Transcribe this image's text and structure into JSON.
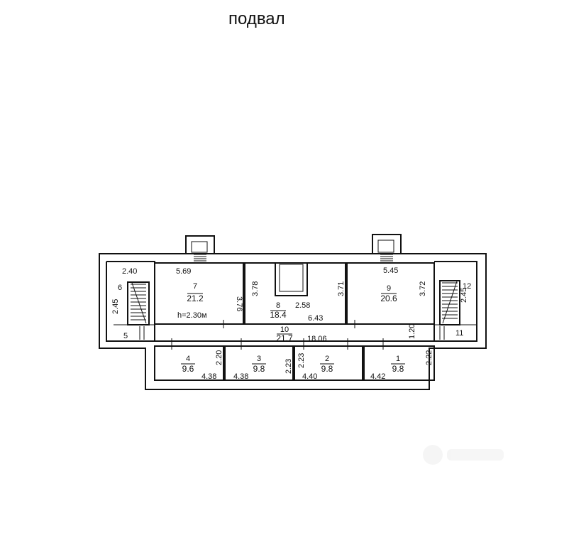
{
  "title": "подвал",
  "rooms": {
    "r1": {
      "number": "1",
      "area": "9.8"
    },
    "r2": {
      "number": "2",
      "area": "9.8"
    },
    "r3": {
      "number": "3",
      "area": "9.8"
    },
    "r4": {
      "number": "4",
      "area": "9.6"
    },
    "r5": {
      "number": "5"
    },
    "r6": {
      "number": "6"
    },
    "r7": {
      "number": "7",
      "area": "21.2"
    },
    "r8": {
      "number": "8",
      "area": "18.4"
    },
    "r9": {
      "number": "9",
      "area": "20.6"
    },
    "r10": {
      "number": "10",
      "area": "21.7"
    },
    "r11": {
      "number": "11"
    },
    "r12": {
      "number": "12"
    }
  },
  "height_note": "h=2.30м",
  "dims": {
    "d_240": "2.40",
    "d_245_left": "2.45",
    "d_569": "5.69",
    "d_376": "3.76",
    "d_378": "3.78",
    "d_258": "2.58",
    "d_643": "6.43",
    "d_371": "3.71",
    "d_545": "5.45",
    "d_372": "3.72",
    "d_245_right": "2.45",
    "d_1806": "18.06",
    "d_120": "1.20",
    "d_220": "2.20",
    "d_223a": "2.23",
    "d_223b": "2.23",
    "d_222": "2.22",
    "d_438a": "4.38",
    "d_438b": "4.38",
    "d_440": "4.40",
    "d_442": "4.42"
  }
}
